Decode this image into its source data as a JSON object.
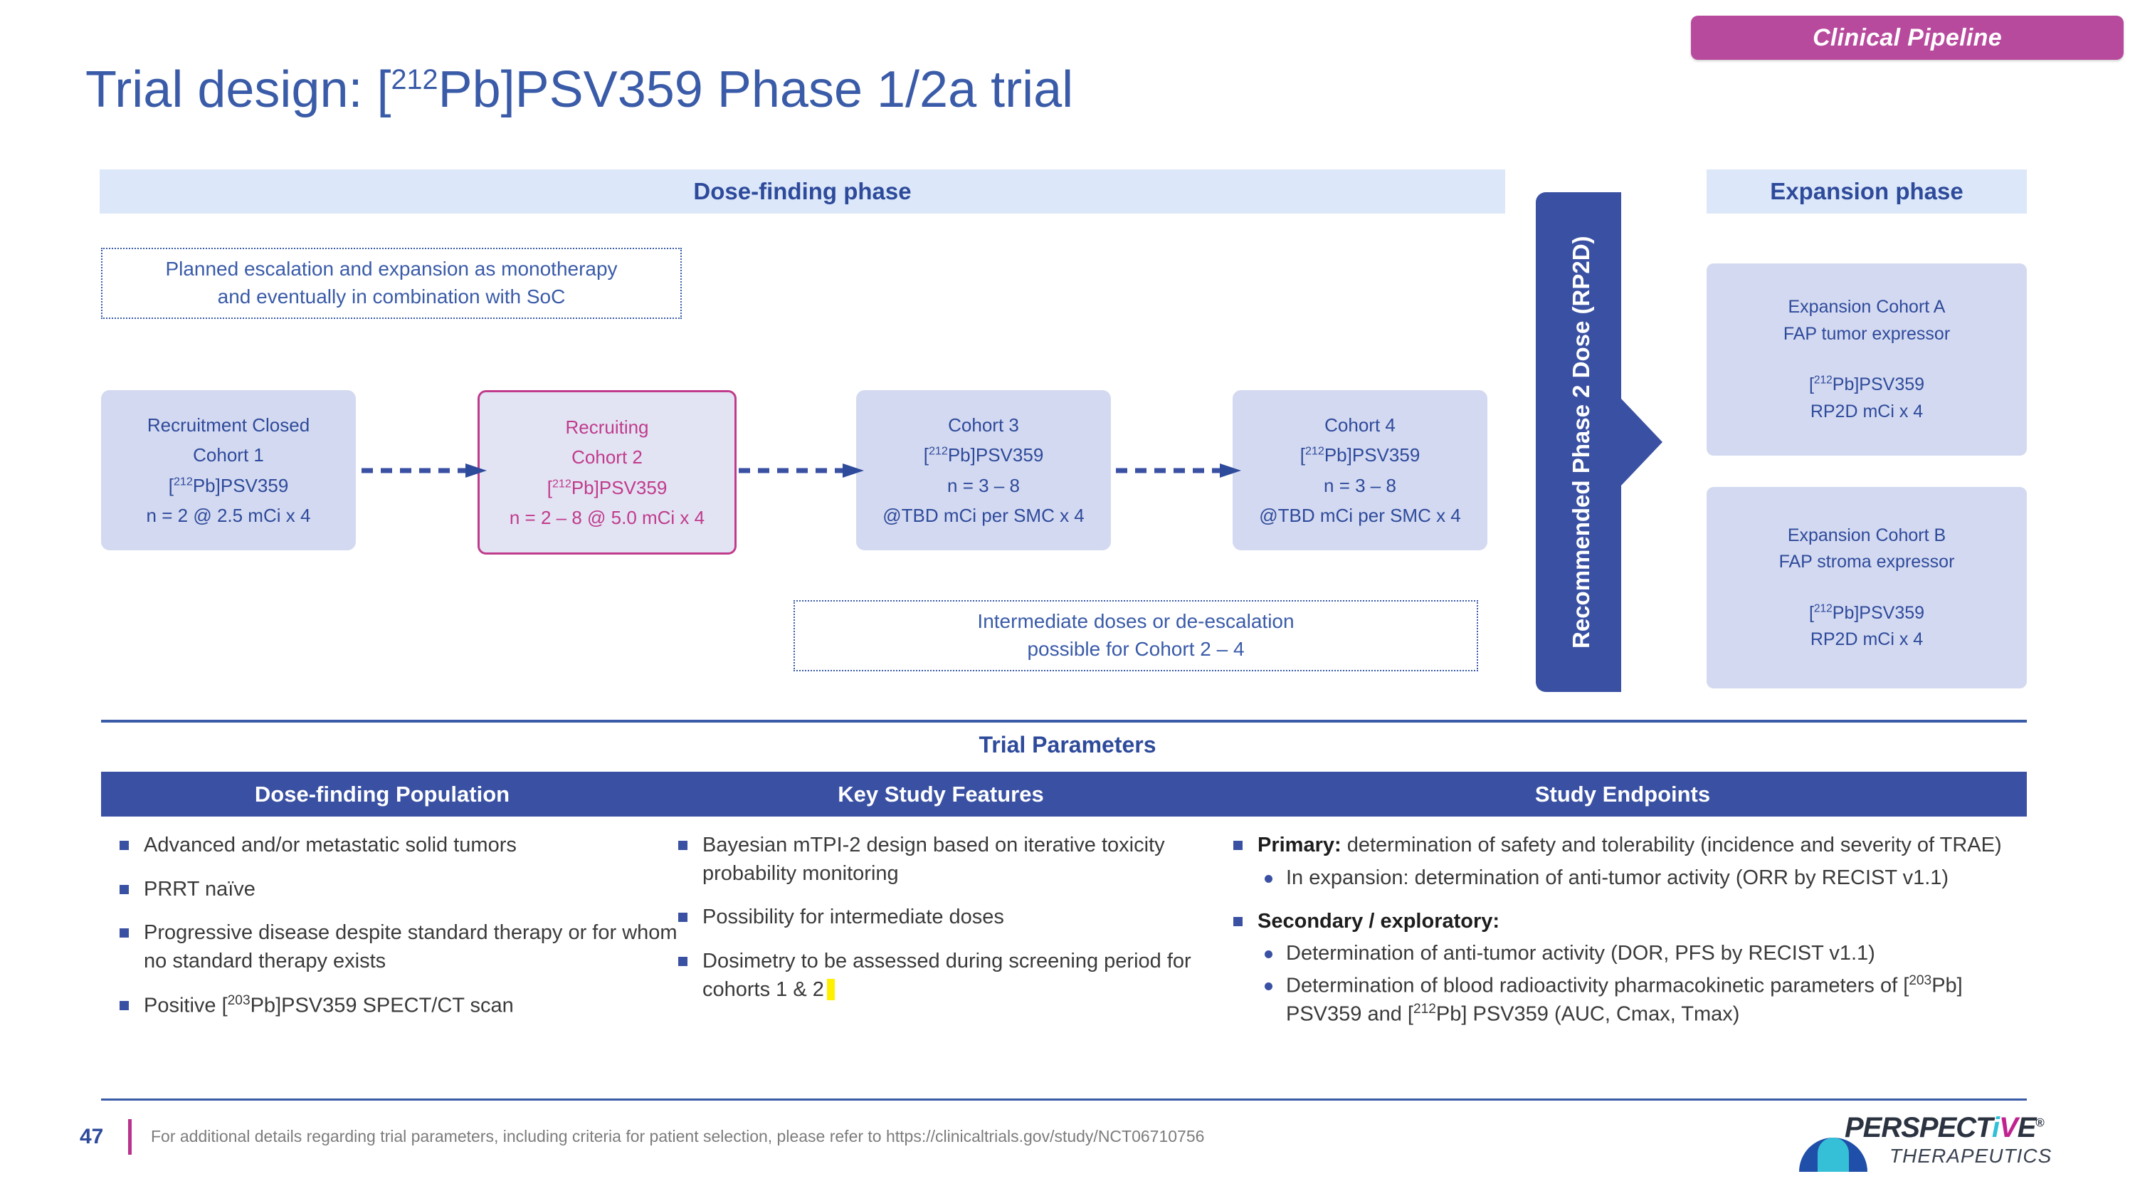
{
  "badge": {
    "label": "Clinical Pipeline",
    "color": "#B84A9E"
  },
  "title": {
    "pre": "Trial design: [",
    "sup": "212",
    "post": "Pb]PSV359 Phase 1/2a trial"
  },
  "phases": {
    "dose_finding": "Dose-finding phase",
    "expansion": "Expansion phase"
  },
  "notes": {
    "planned": {
      "line1": "Planned escalation and expansion as monotherapy",
      "line2": "and eventually in combination with SoC"
    },
    "intermediate": {
      "line1": "Intermediate doses or de-escalation",
      "line2": "possible for Cohort 2 – 4"
    }
  },
  "cohorts": [
    {
      "status": "Recruitment Closed",
      "name": "Cohort 1",
      "drug_pre": "[",
      "drug_sup": "212",
      "drug_post": "Pb]PSV359",
      "dose": "n = 2 @ 2.5 mCi x 4",
      "highlight": false
    },
    {
      "status": "Recruiting",
      "name": "Cohort 2",
      "drug_pre": "[",
      "drug_sup": "212",
      "drug_post": "Pb]PSV359",
      "dose": "n = 2 – 8 @ 5.0 mCi x 4",
      "highlight": true
    },
    {
      "status": "",
      "name": "Cohort 3",
      "drug_pre": "[",
      "drug_sup": "212",
      "drug_post": "Pb]PSV359",
      "dose_n": "n = 3 – 8",
      "dose": "@TBD mCi per SMC x 4",
      "highlight": false
    },
    {
      "status": "",
      "name": "Cohort 4",
      "drug_pre": "[",
      "drug_sup": "212",
      "drug_post": "Pb]PSV359",
      "dose_n": "n = 3 – 8",
      "dose": "@TBD mCi per SMC x 4",
      "highlight": false
    }
  ],
  "rp2d": {
    "label": "Recommended Phase 2 Dose (RP2D)",
    "color": "#3A51A3"
  },
  "expansion_cohorts": [
    {
      "name": "Expansion Cohort A",
      "type": "FAP tumor expressor",
      "drug_pre": "[",
      "drug_sup": "212",
      "drug_post": "Pb]PSV359",
      "dose": "RP2D mCi x 4"
    },
    {
      "name": "Expansion Cohort B",
      "type": "FAP stroma expressor",
      "drug_pre": "[",
      "drug_sup": "212",
      "drug_post": "Pb]PSV359",
      "dose": "RP2D mCi x 4"
    }
  ],
  "trial_parameters": {
    "title": "Trial Parameters",
    "columns": [
      "Dose-finding Population",
      "Key Study Features",
      "Study Endpoints"
    ],
    "dose_finding_population": [
      "Advanced and/or metastatic solid tumors",
      "PRRT naïve",
      "Progressive disease despite standard therapy or for whom no standard therapy exists",
      "Positive [203Pb]PSV359 SPECT/CT scan"
    ],
    "population_item_4": {
      "pre": "Positive [",
      "sup": "203",
      "post": "Pb]PSV359 SPECT/CT scan"
    },
    "key_study_features": [
      "Bayesian mTPI-2 design based on iterative toxicity probability monitoring",
      "Possibility for intermediate doses",
      "Dosimetry to be assessed during screening period for cohorts 1 & 2"
    ],
    "study_endpoints": {
      "primary_label": "Primary:",
      "primary_text": " determination of safety and tolerability (incidence and severity of TRAE)",
      "primary_sub": [
        "In expansion: determination of anti-tumor activity (ORR by RECIST v1.1)"
      ],
      "secondary_label": "Secondary / exploratory:",
      "secondary_sub_1": "Determination of anti-tumor activity (DOR, PFS by RECIST v1.1)",
      "secondary_sub_2_pre": "Determination of blood radioactivity pharmacokinetic parameters of [",
      "secondary_sub_2_sup1": "203",
      "secondary_sub_2_mid": "Pb] PSV359 and [",
      "secondary_sub_2_sup2": "212",
      "secondary_sub_2_post": "Pb] PSV359 (AUC, Cmax, Tmax)"
    }
  },
  "footer": {
    "page_number": "47",
    "text": "For additional details regarding trial parameters, including criteria for patient selection, please refer to https://clinicaltrials.gov/study/NCT06710756"
  },
  "logo": {
    "name_1": "PERSPECT",
    "name_i": "i",
    "name_v": "V",
    "name_e": "E",
    "reg": "®",
    "sub": "THERAPEUTICS"
  }
}
